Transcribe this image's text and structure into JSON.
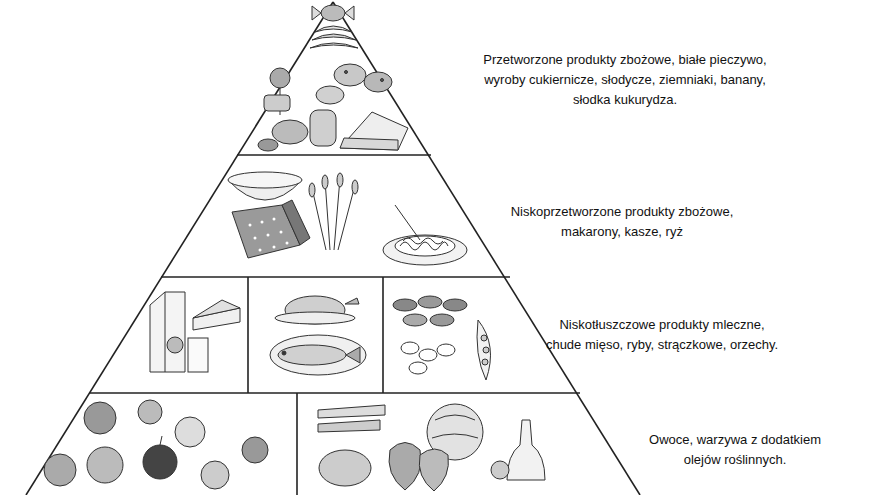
{
  "diagram": {
    "labels": [
      "Przetworzone produkty zbożowe, białe pieczywo, wyroby cukiernicze, słodycze, ziemniaki, banany, słodka kukurydza.",
      "Niskoprzetworzone produkty zbożowe, makarony, kasze, ryż",
      "Niskotłuszczowe produkty mleczne, chude mięso, ryby, strączkowe, orzechy.",
      "Owoce, warzywa z dodatkiem olejów roślinnych."
    ]
  }
}
